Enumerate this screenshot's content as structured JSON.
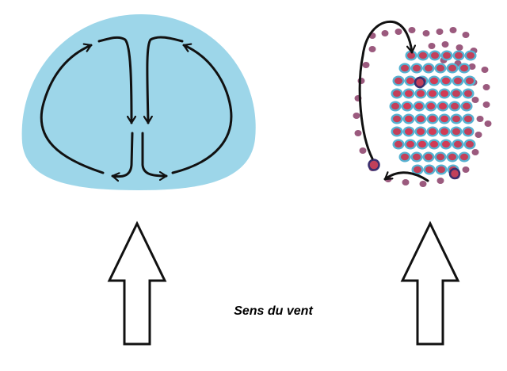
{
  "caption": "Sens du vent",
  "colors": {
    "blob": "#9dd6e9",
    "stroke": "#111111",
    "particle_fill": "#c2405a",
    "particle_halo": "#56b2d2",
    "particle_outer": "#9b5a7e",
    "particle_edge": "#3a2f6e"
  },
  "icons": {
    "wind_arrow": "up-arrow-outline",
    "flow_arrow": "curved-arrow"
  }
}
